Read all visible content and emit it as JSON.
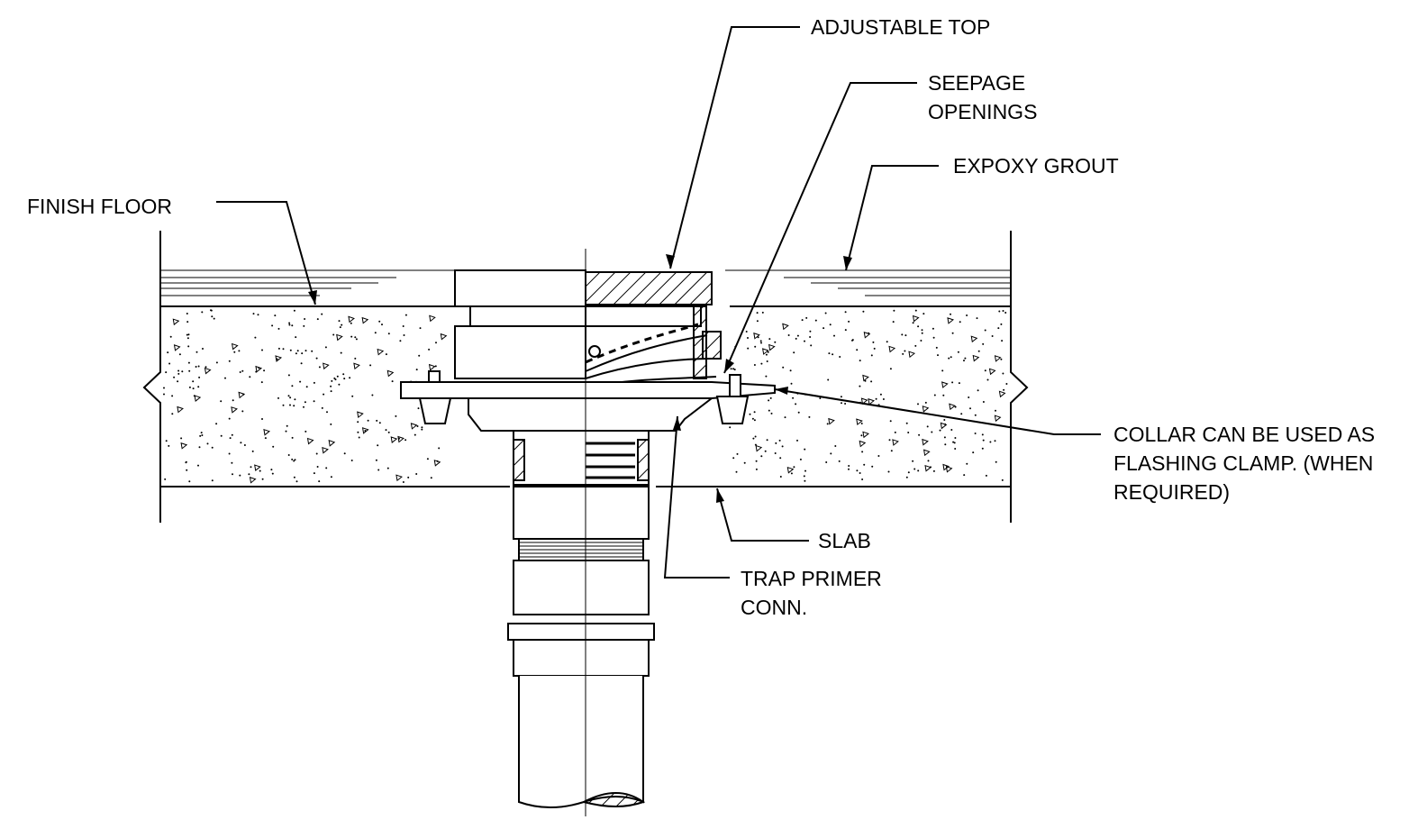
{
  "callouts": {
    "adjustable_top": "ADJUSTABLE TOP",
    "seepage_line1": "SEEPAGE",
    "seepage_line2": "OPENINGS",
    "epoxy_grout": "EXPOXY GROUT",
    "finish_floor": "FINISH FLOOR",
    "collar_line1": "COLLAR CAN BE USED AS",
    "collar_line2": "FLASHING CLAMP. (WHEN",
    "collar_line3": "REQUIRED)",
    "slab": "SLAB",
    "trap_primer_line1": "TRAP PRIMER",
    "trap_primer_line2": "CONN."
  }
}
